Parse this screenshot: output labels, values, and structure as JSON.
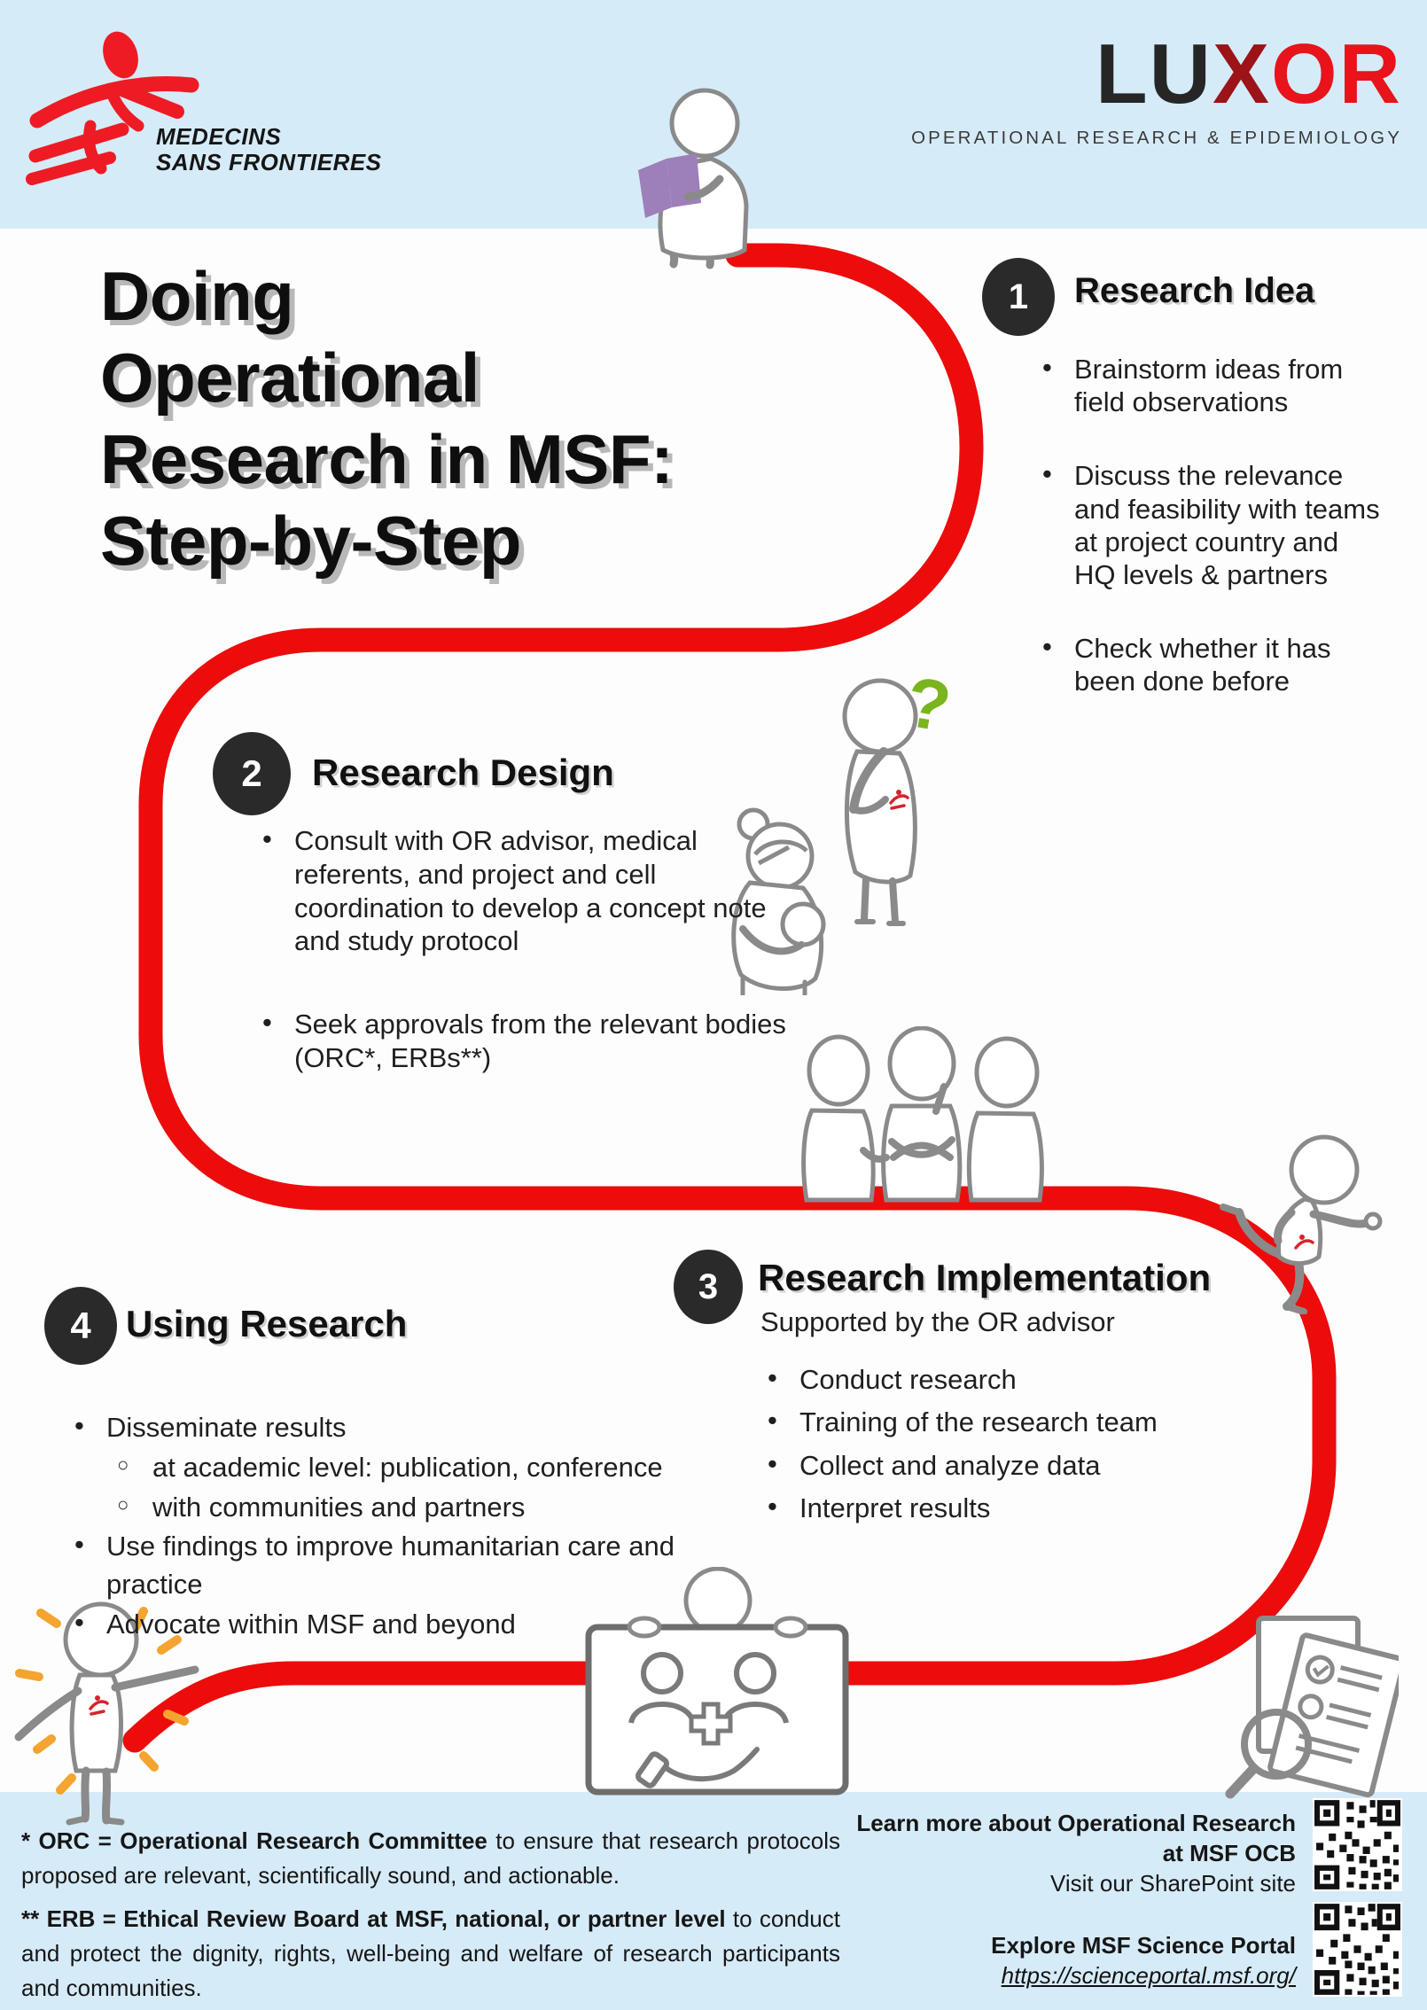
{
  "colors": {
    "band_blue": "#d6ebf8",
    "path_red": "#ec0c0c",
    "badge_dark": "#2b2a2a",
    "msf_red": "#ee1b24",
    "luxor_dark": "#262626",
    "luxor_maroon": "#9c1318",
    "luxor_red": "#e8131b",
    "illustration_gray": "#8a8a8a",
    "question_green": "#7ab51d",
    "spark_orange": "#f5a430",
    "book_purple": "#9d7fba"
  },
  "header": {
    "msf": {
      "line1": "MEDECINS",
      "line2": "SANS FRONTIERES"
    },
    "luxor": {
      "part1": "LU",
      "part2": "X",
      "part3": "OR",
      "subtitle": "OPERATIONAL RESEARCH & EPIDEMIOLOGY"
    }
  },
  "title": {
    "lines": [
      "Doing",
      "Operational",
      "Research in MSF:",
      "Step-by-Step"
    ]
  },
  "steps": [
    {
      "number": "1",
      "heading": "Research Idea",
      "bullets": [
        "Brainstorm ideas from field observations",
        "Discuss the relevance and feasibility with teams at project country and HQ levels & partners",
        "Check whether it has been done before"
      ]
    },
    {
      "number": "2",
      "heading": "Research Design",
      "bullets": [
        "Consult with OR advisor, medical referents, and project and cell coordination to develop a concept note and study protocol",
        "Seek approvals from the relevant bodies (ORC*,  ERBs**)"
      ]
    },
    {
      "number": "3",
      "heading": "Research Implementation",
      "subtitle": "Supported by the OR advisor",
      "bullets": [
        "Conduct research",
        "Training of the research team",
        "Collect and analyze data",
        "Interpret results"
      ]
    },
    {
      "number": "4",
      "heading": "Using Research",
      "items": [
        {
          "text": "Disseminate results",
          "subs": [
            "at academic level: publication, conference",
            "with communities and partners"
          ]
        },
        {
          "text": "Use findings to improve humanitarian care and practice",
          "subs": []
        },
        {
          "text": "Advocate within MSF and beyond",
          "subs": []
        }
      ]
    }
  ],
  "illustrations": {
    "question_mark": "?"
  },
  "footer": {
    "footnote1_bold": "* ORC = Operational Research Committee",
    "footnote1_rest": " to ensure that research protocols proposed are relevant, scientifically sound, and actionable.",
    "footnote2_bold": "** ERB = Ethical Review Board at MSF, national, or partner level",
    "footnote2_rest": " to conduct and protect the dignity, rights, well-being and welfare of research participants and communities.",
    "learn_more": {
      "line1": "Learn more about Operational Research",
      "line2": "at MSF OCB",
      "line3": "Visit our SharePoint site"
    },
    "explore": {
      "label": "Explore MSF Science Portal",
      "link": "https://scienceportal.msf.org/"
    }
  }
}
